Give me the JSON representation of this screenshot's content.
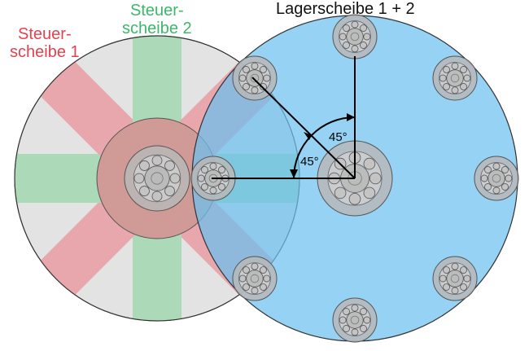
{
  "labels": {
    "steuerscheibe1": [
      "Steuer-",
      "scheibe 1"
    ],
    "steuerscheibe2": [
      "Steuer-",
      "scheibe 2"
    ],
    "lagerscheibe": "Lagerscheibe 1 + 2",
    "angle_upper": "45°",
    "angle_lower": "45°"
  },
  "diagram": {
    "outer_bearing_count": 8,
    "angle_step_deg": 45,
    "control_disc_spokes": 8
  },
  "colors": {
    "bearing_disc": "#7ec8ec",
    "control_disc": "#e3e3e3",
    "spoke_red": "#e8a7ad",
    "spoke_green": "#acd9b8",
    "hub": "#d09a96",
    "bearing_ring": "#b8b8b8",
    "label_red": "#e8414d",
    "label_green": "#3cb86b"
  }
}
